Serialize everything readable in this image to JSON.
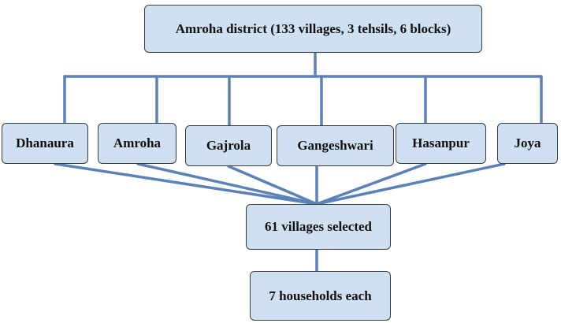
{
  "diagram": {
    "root": "Amroha district (133 villages, 3 tehsils, 6 blocks)",
    "blocks": [
      "Dhanaura",
      "Amroha",
      "Gajrola",
      "Gangeshwari",
      "Hasanpur",
      "Joya"
    ],
    "villages_selected": "61 villages selected",
    "households": "7 households each"
  },
  "colors": {
    "box_fill": "#cfe0f3",
    "box_border": "#3c3c3c",
    "connector": "#5a82b8",
    "text": "#111111"
  }
}
